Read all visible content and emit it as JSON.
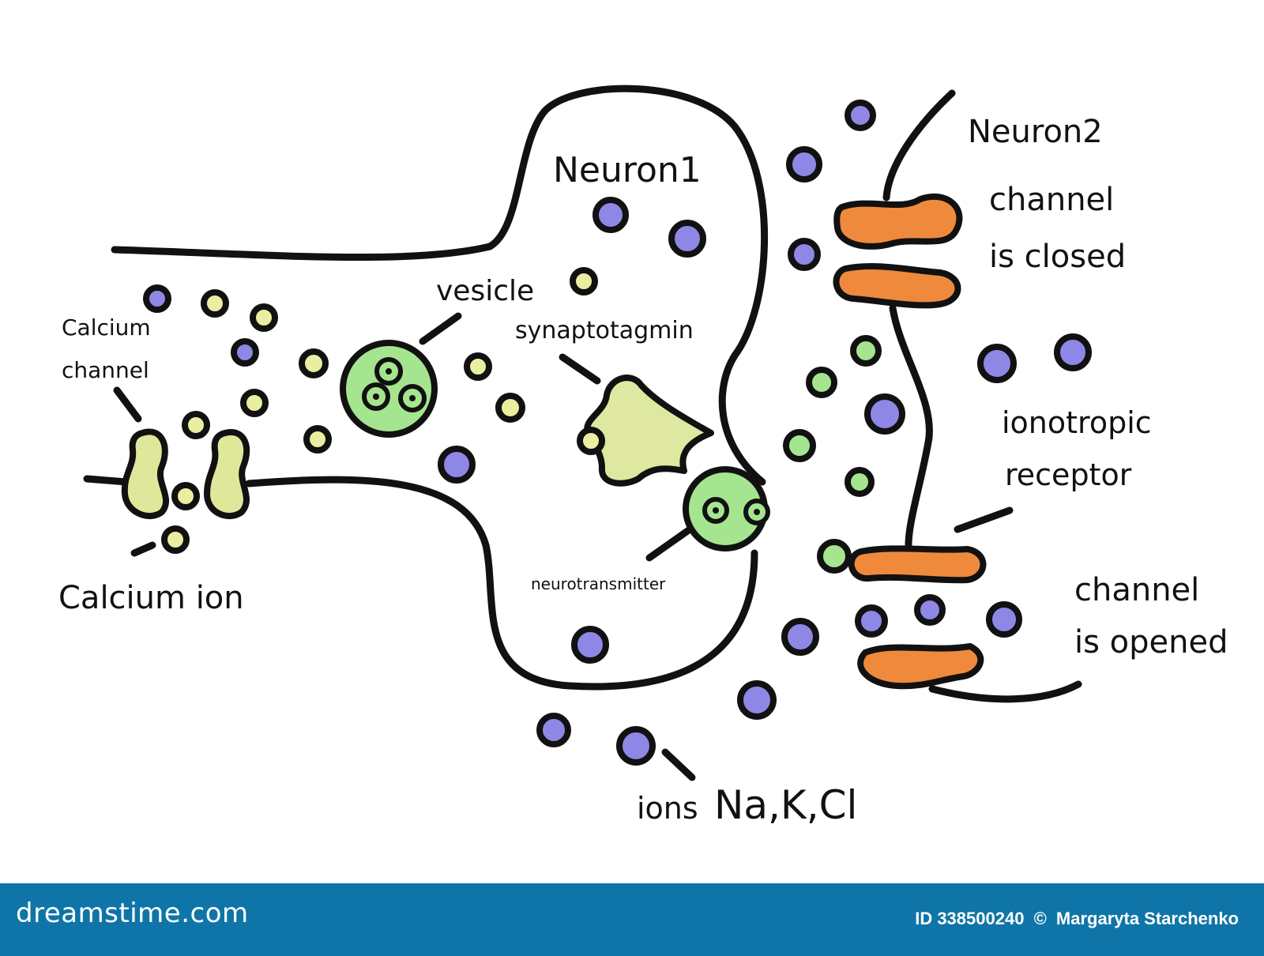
{
  "labels": {
    "neuron1": "Neuron1",
    "neuron2": "Neuron2",
    "vesicle": "vesicle",
    "synaptotagmin": "synaptotagmin",
    "calcium_channel_line1": "Calcium",
    "calcium_channel_line2": "channel",
    "calcium_ion": "Calcium ion",
    "neurotransmitter": "neurotransmitter",
    "channel_closed_line1": "channel",
    "channel_closed_line2": "is closed",
    "ionotropic_line1": "ionotropic",
    "ionotropic_line2": "receptor",
    "channel_opened_line1": "channel",
    "channel_opened_line2": "is opened",
    "ions_prefix": "ions",
    "ions_symbols": "Na,K,Cl"
  },
  "footer": {
    "brand": "dreamstime.com",
    "id_text": "ID 338500240",
    "copyright_symbol": "©",
    "author": "Margaryta Starchenko"
  },
  "colors": {
    "outline": "#111111",
    "ion_purple": "#8f87e6",
    "ion_yellow": "#eaeea0",
    "neurotransmitter_green": "#a6e58f",
    "calcium_channel": "#dfe89a",
    "synaptotagmin": "#dfe8a0",
    "ionotropic_receptor": "#ef8a3c",
    "footer_bg": "#0f75a8"
  }
}
